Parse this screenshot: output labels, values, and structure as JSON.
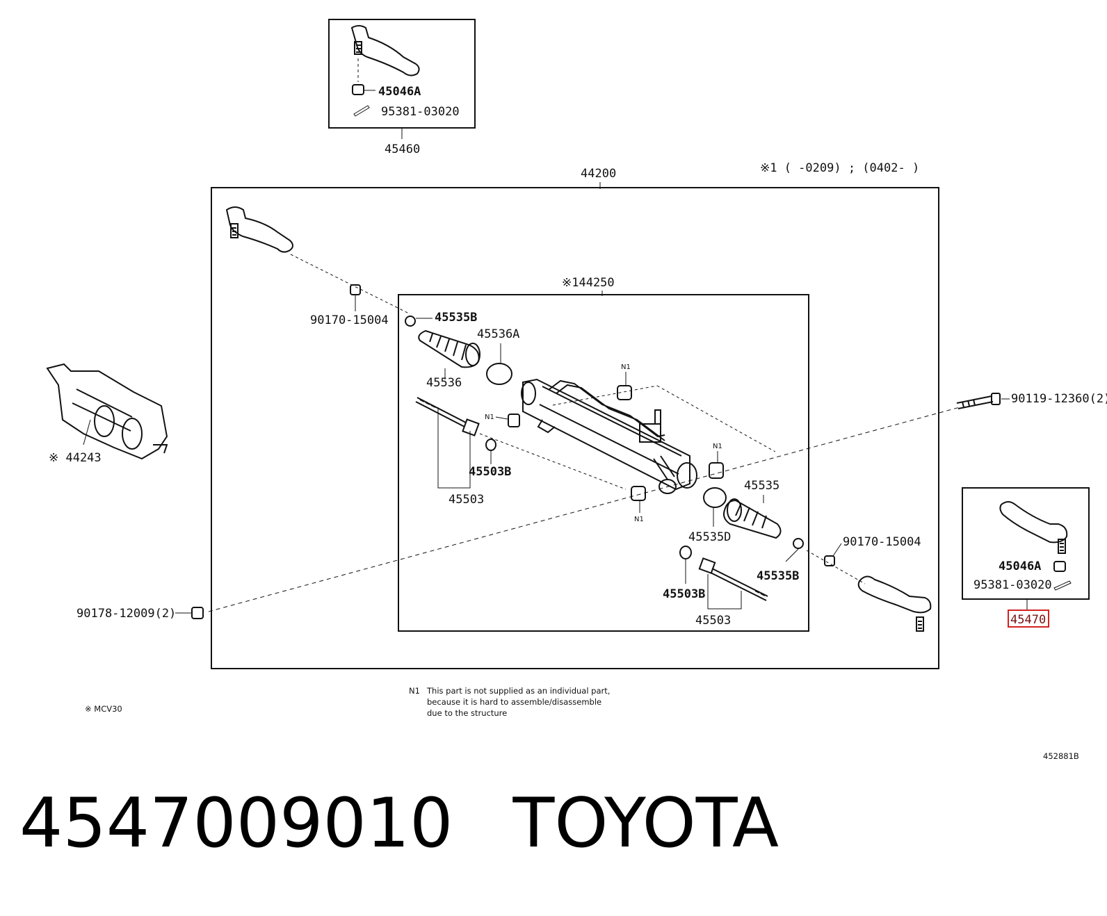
{
  "diagram": {
    "code": "452881B",
    "variant_note": "※1 (      -0209) ; (0402-      )",
    "model_note": "※ MCV30",
    "footnote": {
      "marker": "N1",
      "lines": [
        "This part is not supplied as an individual part,",
        "because it is hard to assemble/disassemble",
        "due to the structure"
      ]
    },
    "boxes": {
      "top_tie_rod_end": "45460",
      "steering_gear_assy": "44200",
      "rack_subassy": "※144250",
      "right_tie_rod_end": "45470"
    },
    "part_labels": {
      "top_nut": "45046A",
      "top_cotter_pin": "95381-03020",
      "heat_shield": "※ 44243",
      "nut_left": "90170-15004",
      "clamp_left": "45535B",
      "boot_clamp_left": "45536A",
      "boot_left": "45536",
      "inner_rod_left": "45503",
      "inner_washer_left": "45503B",
      "bolt_right": "90119-12360(2)",
      "boot_right": "45535",
      "clamp_right_d": "45535D",
      "nut_right": "90170-15004",
      "clamp_right_b": "45535B",
      "inner_washer_right": "45503B",
      "inner_rod_right": "45503",
      "nut_mount": "90178-12009(2)",
      "right_nut": "45046A",
      "right_cotter_pin": "95381-03020",
      "n1_a": "N1",
      "n1_b": "N1",
      "n1_c": "N1",
      "n1_d": "N1"
    }
  },
  "caption": {
    "part_number": "4547009010",
    "brand": "TOYOTA"
  },
  "colors": {
    "highlight": "#d42020",
    "ink": "#111111"
  }
}
